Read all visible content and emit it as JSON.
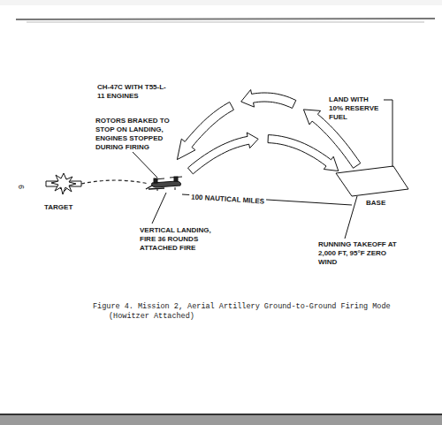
{
  "diagram": {
    "caption": "Figure 4. Mission 2, Aerial Artillery Ground-to-Ground Firing Mode (Howitzer Attached)",
    "labels": [
      "CH-47C WITH T55-L-11 ENGINES",
      "ROTORS BRAKED TO STOP ON LANDING, ENGINES STOPPED DURING FIRING",
      "LAND WITH 10% RESERVE FUEL",
      "TARGET",
      "VERTICAL LANDING, FIRE 36 ROUNDS ATTACHED FIRE",
      "100 NAUTICAL MILES",
      "BASE",
      "RUNNING TAKEOFF AT 2,000 FT, 95°F ZERO WIND",
      "6"
    ]
  }
}
